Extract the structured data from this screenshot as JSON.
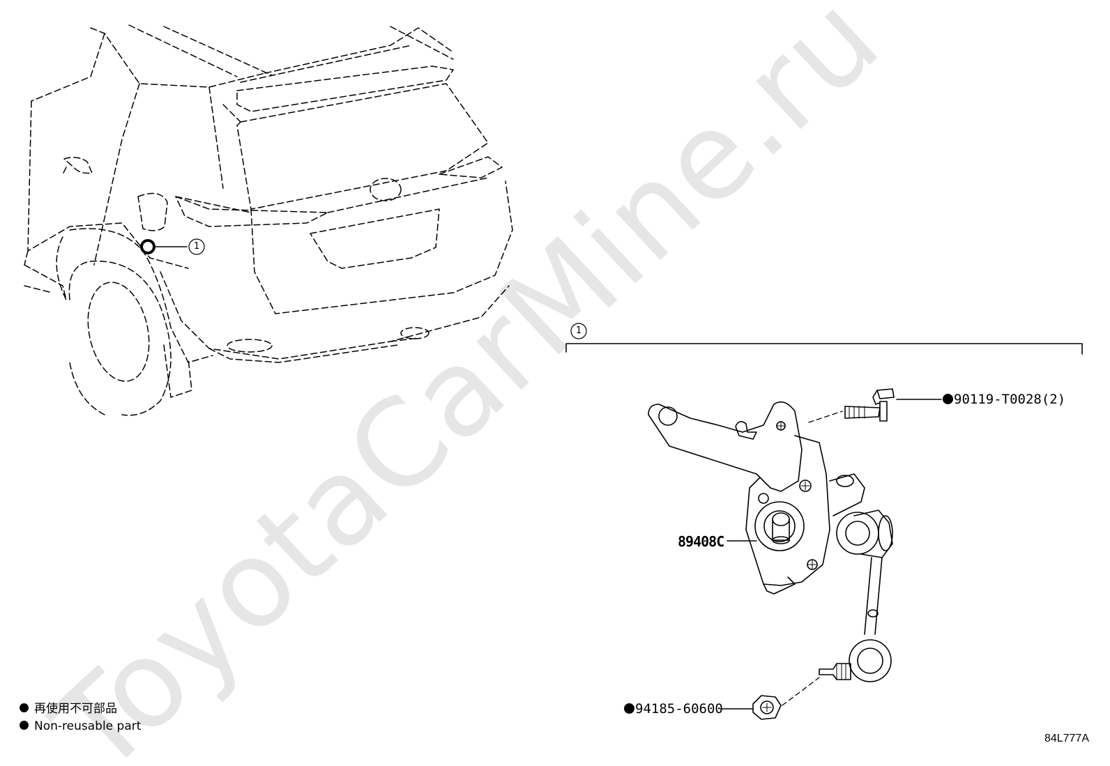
{
  "watermark": "ToyotaCarMine.ru",
  "callout_number": "1",
  "parts": [
    {
      "name": "bolt",
      "label": "90119-T0028(2)",
      "non_reusable": true
    },
    {
      "name": "sensor",
      "label": "89408C",
      "non_reusable": false
    },
    {
      "name": "nut",
      "label": "94185-60600",
      "non_reusable": true
    }
  ],
  "legend": {
    "japanese": "再使用不可部品",
    "english": "Non-reusable part"
  },
  "diagram_code": "84L777A"
}
